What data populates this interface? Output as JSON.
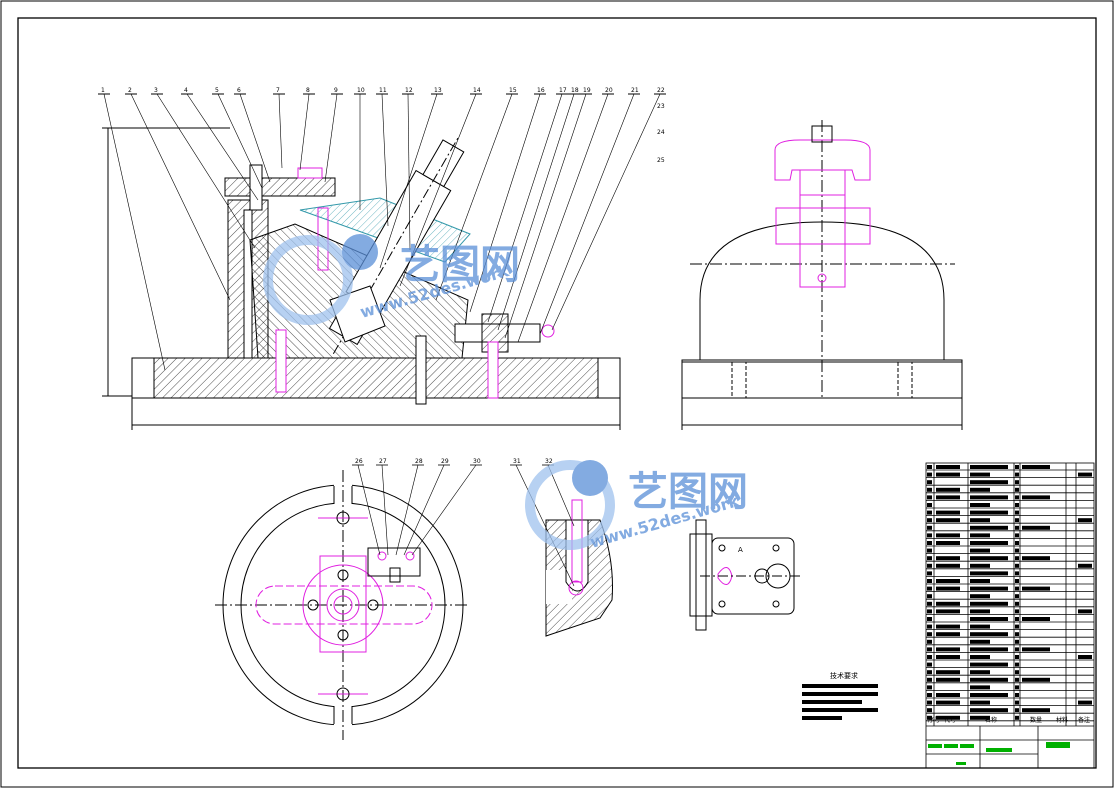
{
  "colors": {
    "line": "#000000",
    "magenta": "#e020e0",
    "green": "#00b000",
    "hatch": "#000000",
    "watermark_blue": "#5a8fd8",
    "watermark_light": "#9fc2ee"
  },
  "balloons_main": [
    "1",
    "2",
    "3",
    "4",
    "5",
    "6",
    "7",
    "8",
    "9",
    "10",
    "11",
    "12",
    "13",
    "14",
    "15",
    "16",
    "17",
    "18",
    "19",
    "20",
    "21",
    "22",
    "23",
    "24",
    "25"
  ],
  "balloons_plan": [
    "26",
    "27",
    "28",
    "29",
    "30"
  ],
  "balloons_section": [
    "31",
    "32"
  ],
  "section_label": "A",
  "tech_notes": {
    "title": "技术要求"
  },
  "watermark": {
    "name_cn": "艺图网",
    "url": "www.52des.work"
  },
  "title_block": {
    "header_seq": "序号",
    "header_code": "代号",
    "header_name": "名称",
    "header_qty": "数量",
    "header_material": "材料",
    "header_note": "备注"
  }
}
